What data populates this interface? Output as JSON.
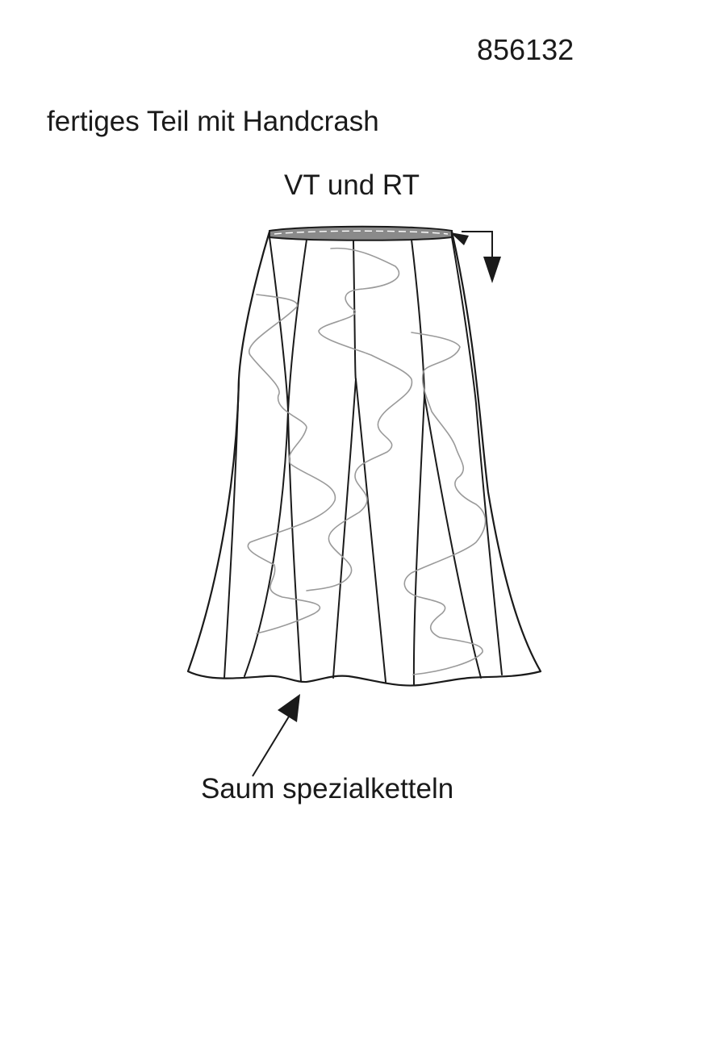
{
  "style_number": "856132",
  "finish_note": "fertiges Teil mit Handcrash",
  "view_label": "VT und RT",
  "hem_note": "Saum spezialketteln"
}
